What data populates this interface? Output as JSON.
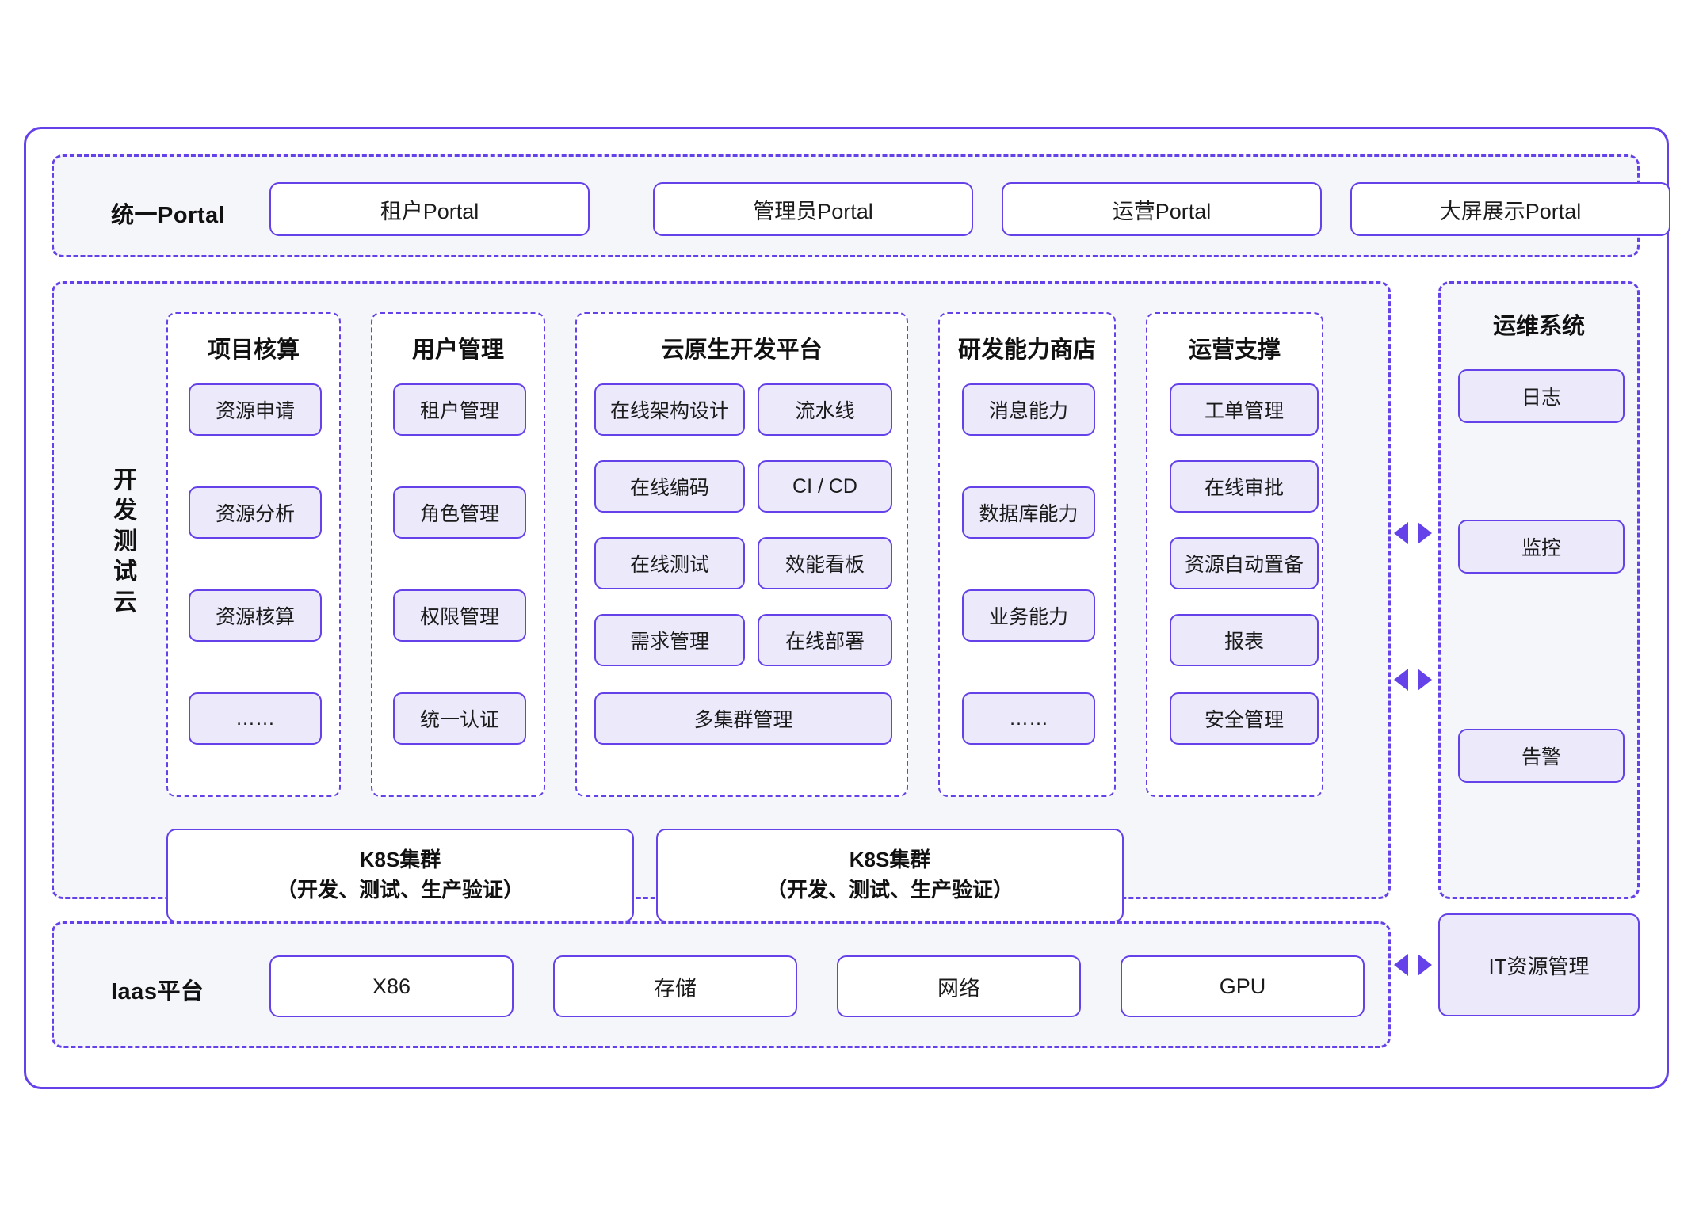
{
  "theme": {
    "accent": "#6441e8",
    "tile_fill": "#ece9fb",
    "band_fill": "#f5f6fa",
    "box_fill": "#ffffff",
    "text": "#1b1b1b"
  },
  "portal": {
    "label": "统一Portal",
    "items": [
      {
        "label": "租户Portal"
      },
      {
        "label": "管理员Portal"
      },
      {
        "label": "运营Portal"
      },
      {
        "label": "大屏展示Portal"
      }
    ]
  },
  "middle": {
    "side_label": "开发测试云",
    "groups": [
      {
        "title": "项目核算",
        "tiles": [
          "资源申请",
          "资源分析",
          "资源核算",
          "……"
        ]
      },
      {
        "title": "用户管理",
        "tiles": [
          "租户管理",
          "角色管理",
          "权限管理",
          "统一认证"
        ]
      },
      {
        "title": "云原生开发平台",
        "tiles_left": [
          "在线架构设计",
          "在线编码",
          "在线测试",
          "需求管理"
        ],
        "tiles_right": [
          "流水线",
          "CI / CD",
          "效能看板",
          "在线部署"
        ],
        "tile_full": "多集群管理"
      },
      {
        "title": "研发能力商店",
        "tiles": [
          "消息能力",
          "数据库能力",
          "业务能力",
          "……"
        ]
      },
      {
        "title": "运营支撑",
        "tiles": [
          "工单管理",
          "在线审批",
          "资源自动置备",
          "报表",
          "安全管理"
        ]
      }
    ],
    "clusters": [
      {
        "line1": "K8S集群",
        "line2": "（开发、测试、生产验证）"
      },
      {
        "line1": "K8S集群",
        "line2": "（开发、测试、生产验证）"
      }
    ]
  },
  "ops": {
    "title": "运维系统",
    "tiles": [
      "日志",
      "监控",
      "告警"
    ]
  },
  "iaas": {
    "label": "Iaas平台",
    "items": [
      {
        "label": "X86"
      },
      {
        "label": "存储"
      },
      {
        "label": "网络"
      },
      {
        "label": "GPU"
      }
    ],
    "right_box": "IT资源管理"
  }
}
